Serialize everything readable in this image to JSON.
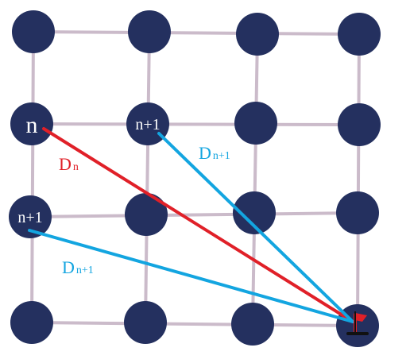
{
  "colors": {
    "node": "#24305f",
    "grid": "#cbbbca",
    "path_current": "#e02028",
    "path_next": "#13a5e0",
    "goal_flag": "#e02028"
  },
  "labels": {
    "current_node": "n",
    "next_node_top": "n+1",
    "next_node_left": "n+1"
  },
  "distances": {
    "current": {
      "main": "D",
      "sub": "n"
    },
    "next_top": {
      "main": "D",
      "sub": "n+1"
    },
    "next_left": {
      "main": "D",
      "sub": "n+1"
    }
  },
  "icons": {
    "goal": "goal-flag-icon"
  }
}
